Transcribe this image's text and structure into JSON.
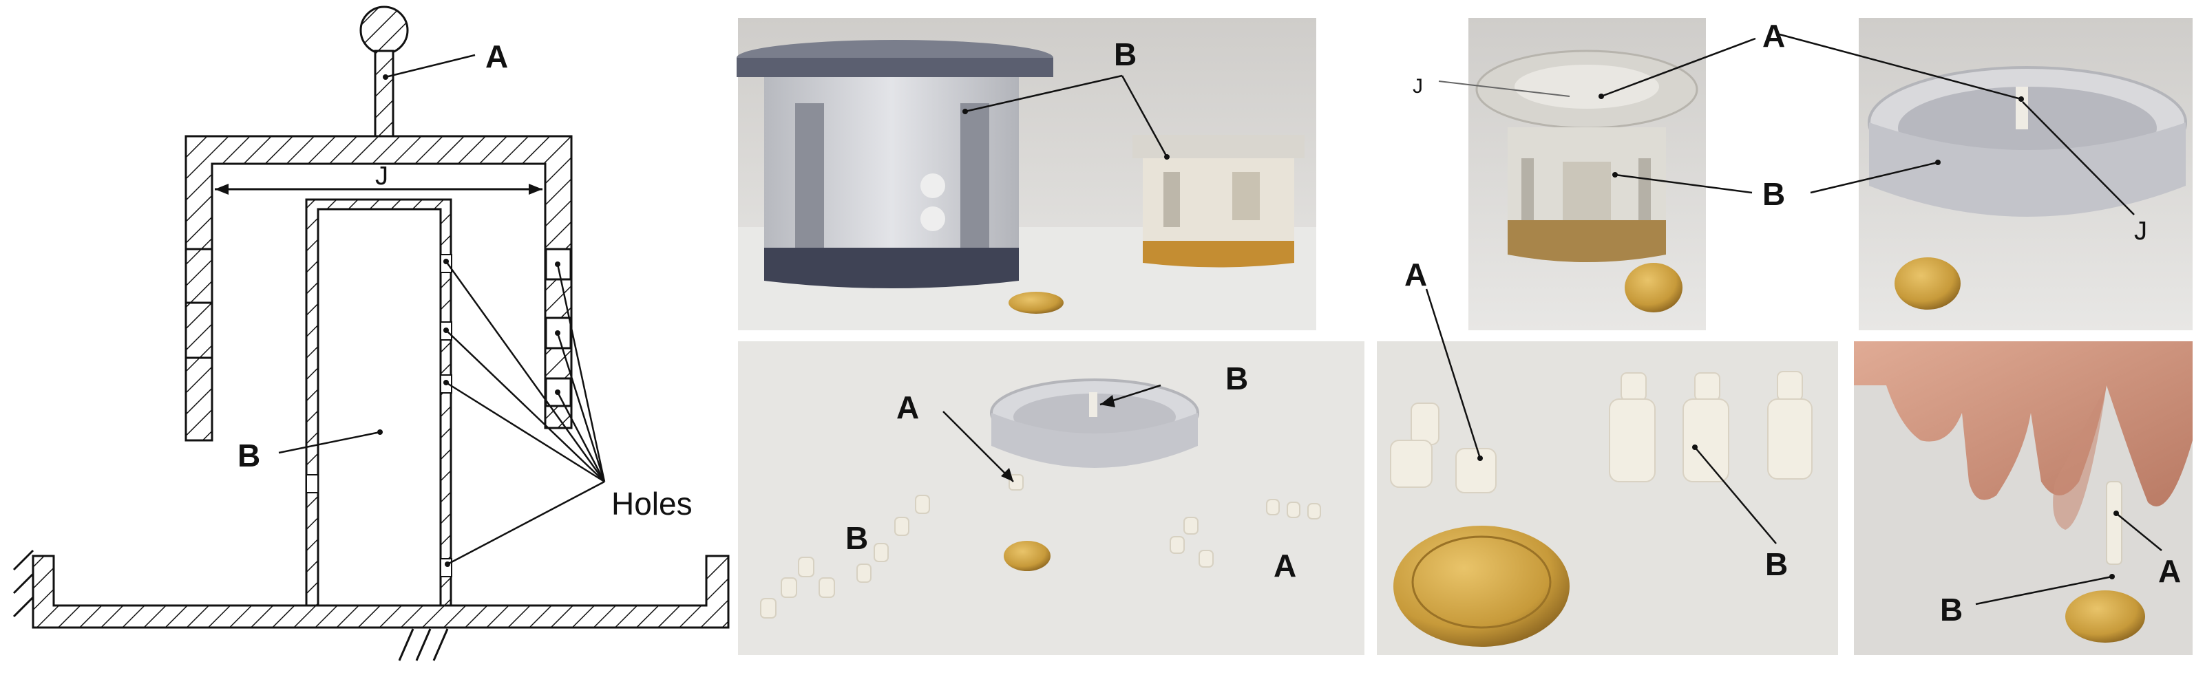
{
  "drawing": {
    "label_a": "A",
    "label_b": "B",
    "label_j": "J",
    "label_holes": "Holes"
  },
  "photos": {
    "p1": {
      "label_b": "B"
    },
    "p2": {
      "label_a": "A",
      "label_b": "B",
      "label_j": "J"
    },
    "p3": {
      "label_a": "A",
      "label_b": "B",
      "label_j": "J"
    },
    "p4": {
      "label_a_top": "A",
      "label_b_top": "B",
      "label_b_left": "B",
      "label_a_right": "A"
    },
    "p5": {
      "label_a": "A",
      "label_b": "B"
    },
    "p6": {
      "label_a": "A",
      "label_b": "B"
    }
  },
  "colors": {
    "background": "#ffffff",
    "ink": "#111111",
    "photo_wall": "#d9d8d6",
    "photo_table": "#e6e6e4",
    "plastic_clear": "#c9cbd0",
    "plastic_dark": "#4a4e60",
    "plastic_white": "#f1ede2",
    "coin_gold": "#c79a3a",
    "skin": "#d49a85"
  }
}
